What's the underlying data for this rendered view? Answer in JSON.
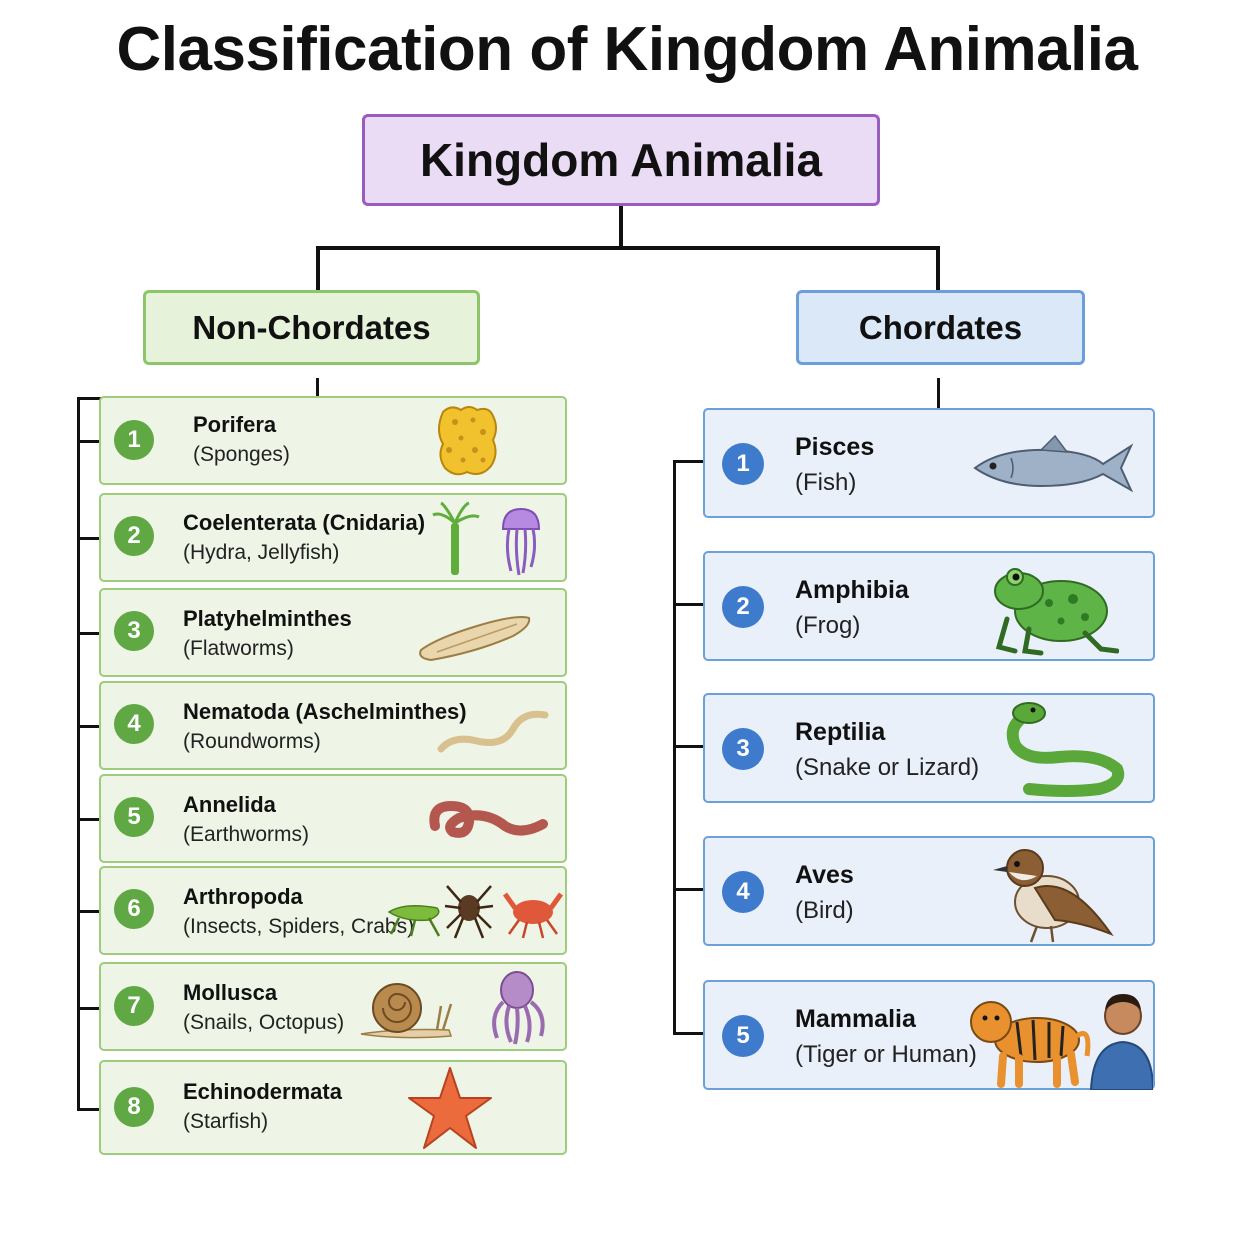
{
  "title": "Classification of Kingdom Animalia",
  "root": "Kingdom Animalia",
  "non_chordates": {
    "label": "Non-Chordates",
    "items": [
      {
        "num": "1",
        "name": "Porifera",
        "examples": "(Sponges)",
        "icon": "sponge-icon"
      },
      {
        "num": "2",
        "name": "Coelenterata (Cnidaria)",
        "examples": "(Hydra, Jellyfish)",
        "icon": "hydra-jellyfish-icon"
      },
      {
        "num": "3",
        "name": "Platyhelminthes",
        "examples": "(Flatworms)",
        "icon": "flatworm-icon"
      },
      {
        "num": "4",
        "name": "Nematoda (Aschelminthes)",
        "examples": "(Roundworms)",
        "icon": "roundworm-icon"
      },
      {
        "num": "5",
        "name": "Annelida",
        "examples": "(Earthworms)",
        "icon": "earthworm-icon"
      },
      {
        "num": "6",
        "name": "Arthropoda",
        "examples": "(Insects, Spiders, Crabs)",
        "icon": "insect-spider-crab-icon"
      },
      {
        "num": "7",
        "name": "Mollusca",
        "examples": "(Snails, Octopus)",
        "icon": "snail-octopus-icon"
      },
      {
        "num": "8",
        "name": "Echinodermata",
        "examples": "(Starfish)",
        "icon": "starfish-icon"
      }
    ]
  },
  "chordates": {
    "label": "Chordates",
    "items": [
      {
        "num": "1",
        "name": "Pisces",
        "examples": "(Fish)",
        "icon": "fish-icon"
      },
      {
        "num": "2",
        "name": "Amphibia",
        "examples": "(Frog)",
        "icon": "frog-icon"
      },
      {
        "num": "3",
        "name": "Reptilia",
        "examples": "(Snake or Lizard)",
        "icon": "snake-icon"
      },
      {
        "num": "4",
        "name": "Aves",
        "examples": "(Bird)",
        "icon": "bird-icon"
      },
      {
        "num": "5",
        "name": "Mammalia",
        "examples": "(Tiger or Human)",
        "icon": "tiger-human-icon"
      }
    ]
  },
  "colors": {
    "root_fill": "#ebdcf5",
    "root_border": "#9b5cc0",
    "non_chordate_fill": "#e6f2da",
    "non_chordate_border": "#8dc56a",
    "non_chordate_badge": "#5fa843",
    "chordate_fill": "#dbe8f7",
    "chordate_border": "#6b9edb",
    "chordate_badge": "#3e7bcd"
  }
}
